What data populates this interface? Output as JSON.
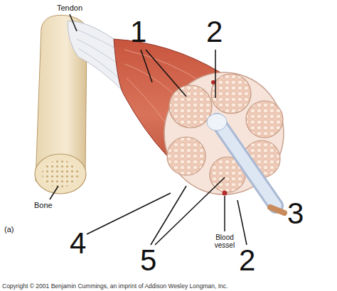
{
  "diagram": {
    "labels": [
      "Tendon",
      "1",
      "2",
      "Bone",
      "3",
      "(a)",
      "4",
      "5",
      "Blood vessel",
      "2",
      "Copyright © 2001 Benjamin Cummings, an imprint of Addison Wesley Longman, Inc."
    ]
  }
}
